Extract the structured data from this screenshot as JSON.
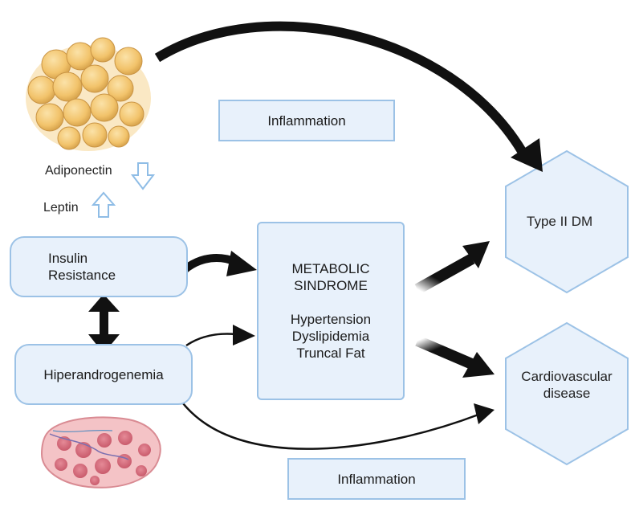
{
  "nodes": {
    "inflammation_top": "Inflammation",
    "inflammation_bottom": "Inflammation",
    "adiponectin": "Adiponectin",
    "leptin": "Leptin",
    "insulin_resistance": "Insulin\nResistance",
    "hiperandrogenemia": "Hiperandrogenemia",
    "metabolic_title": "METABOLIC\nSINDROME",
    "metabolic_items": "Hypertension\nDyslipidemia\nTruncal Fat",
    "type2dm": "Type II DM",
    "cardiovascular": "Cardiovascular\ndisease"
  },
  "icons": {
    "adipose": "adipose-tissue-icon",
    "ovary": "polycystic-ovary-icon",
    "adiponectin_arrow": "down-hollow-arrow-icon",
    "leptin_arrow": "up-hollow-arrow-icon"
  },
  "colors": {
    "box_fill": "#e8f1fb",
    "box_border": "#9cc2e6",
    "arrow": "#111111",
    "fat": "#f3c46e",
    "ovary": "#f2b3b8"
  }
}
